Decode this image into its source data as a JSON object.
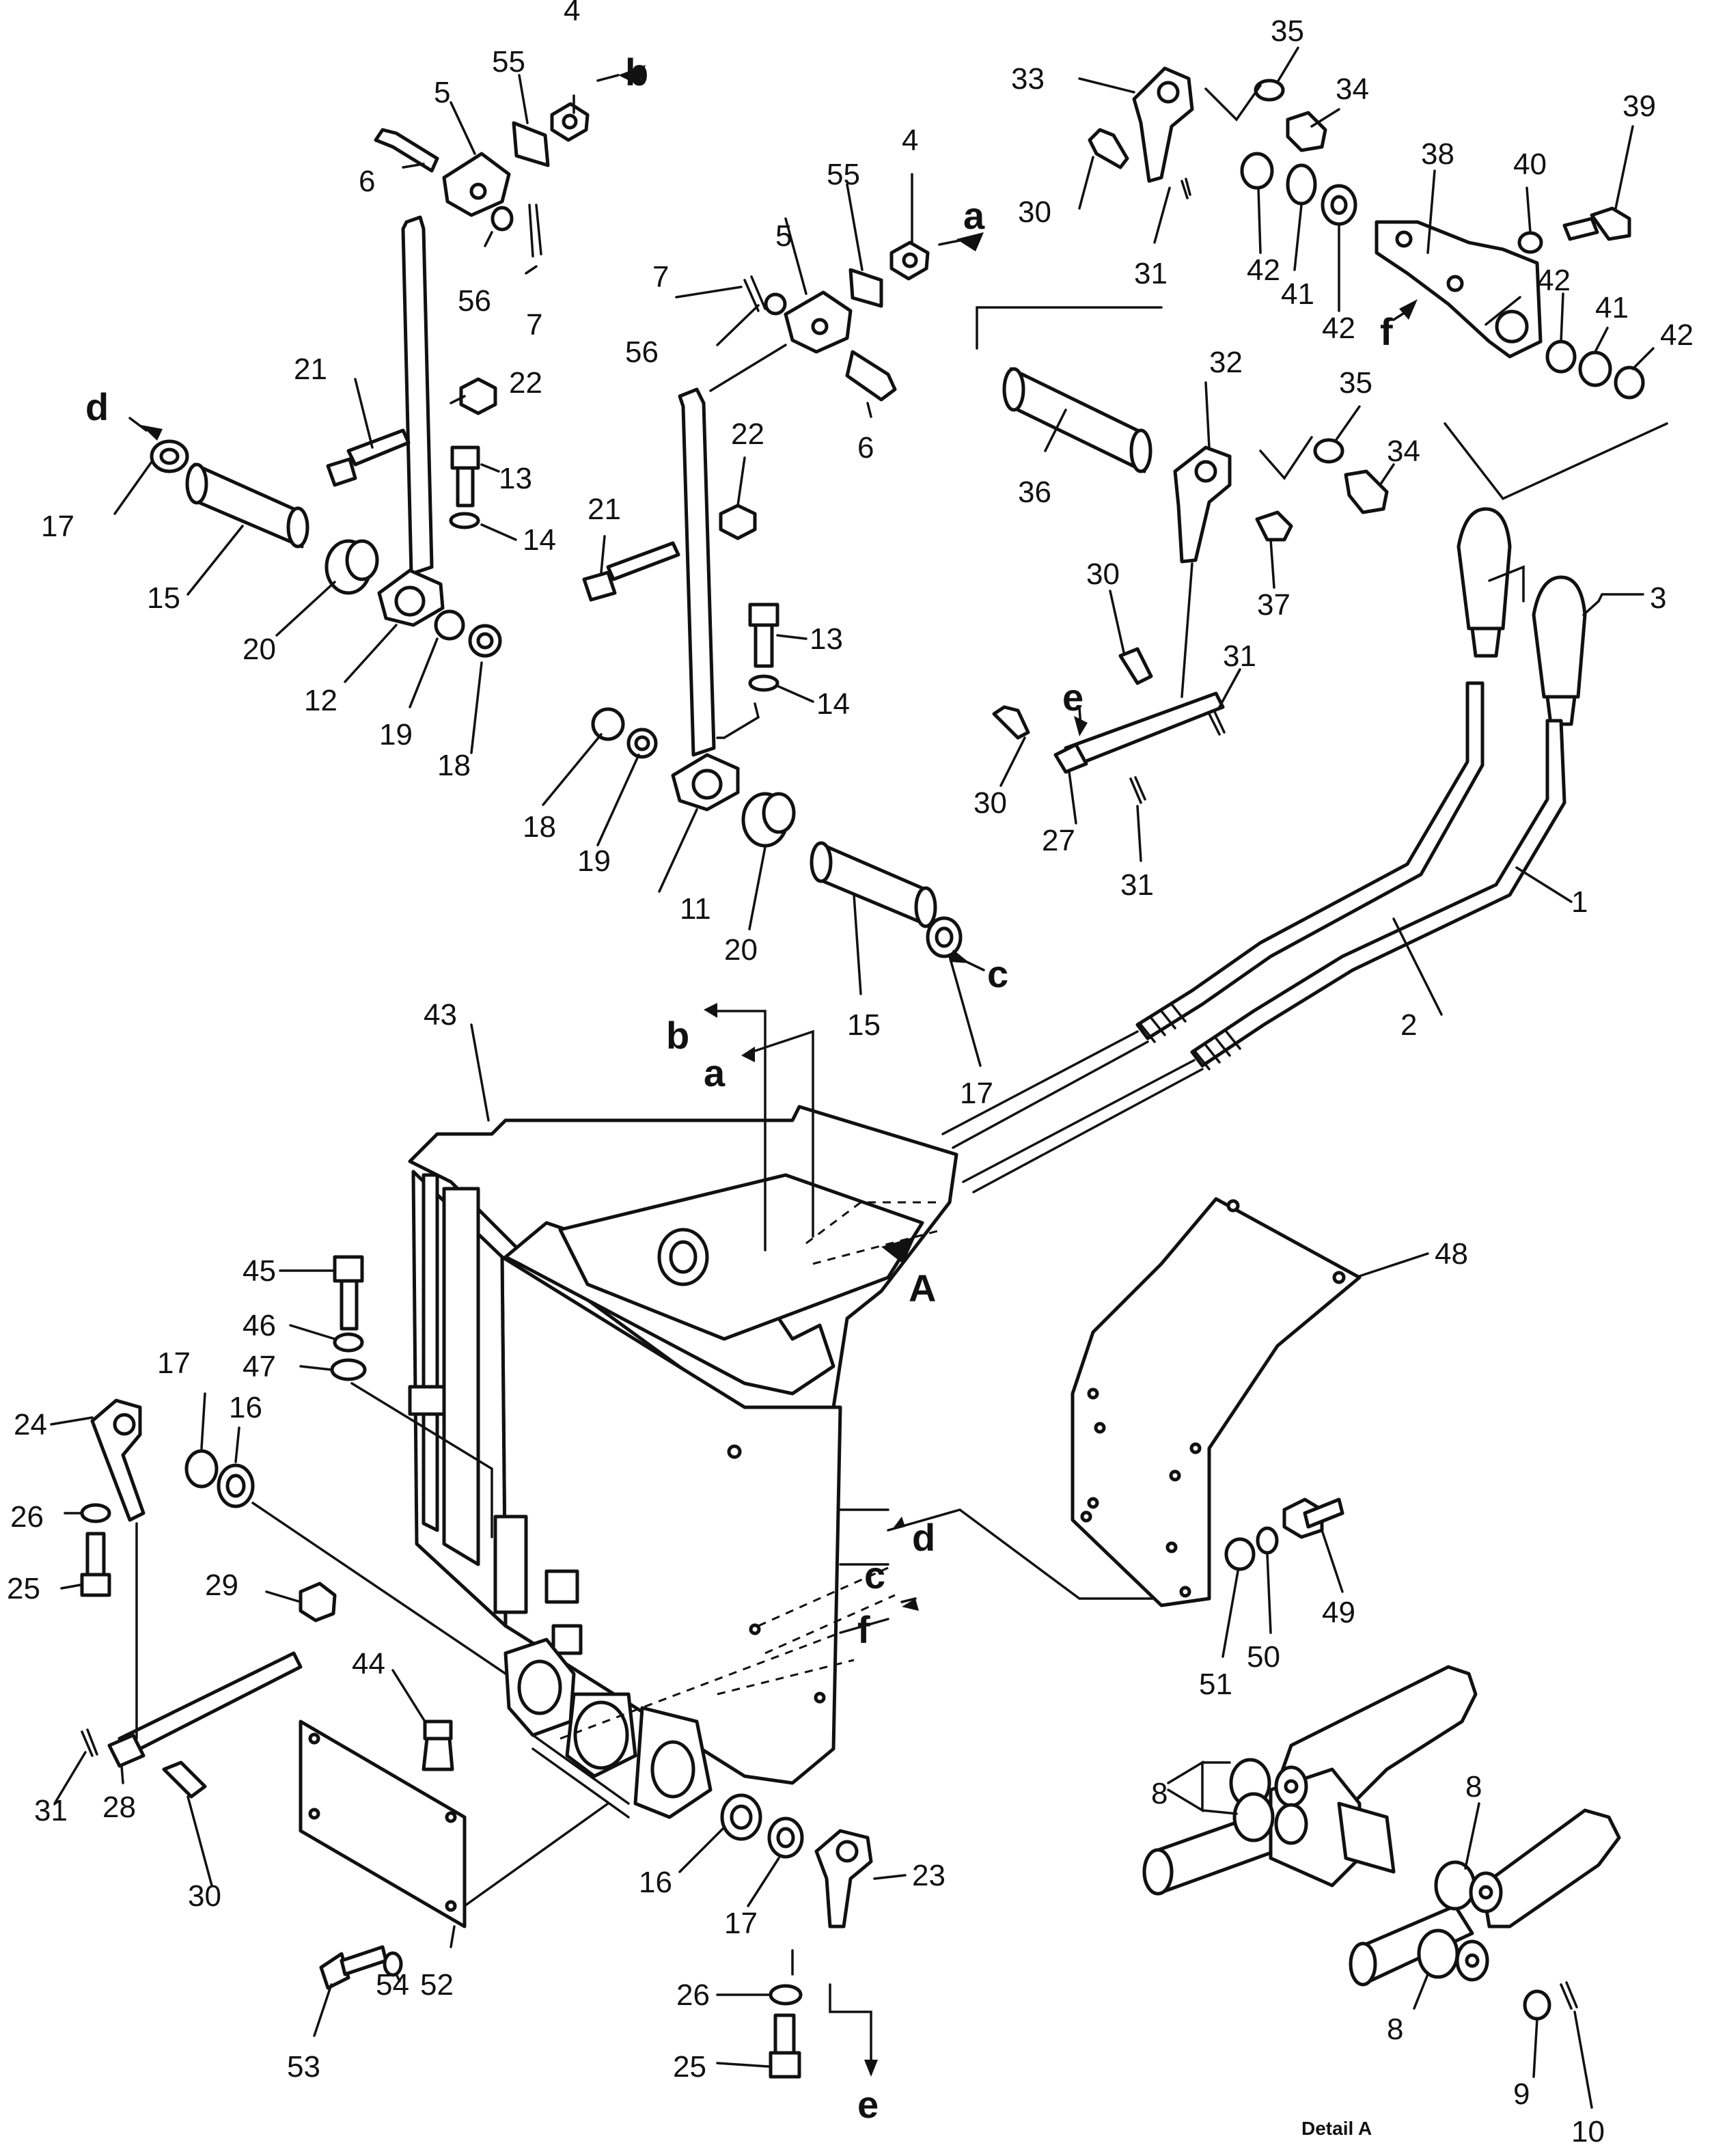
{
  "callouts": [
    "1",
    "2",
    "3",
    "4",
    "5",
    "6",
    "7",
    "8",
    "9",
    "10",
    "11",
    "12",
    "13",
    "14",
    "15",
    "16",
    "17",
    "18",
    "19",
    "20",
    "21",
    "22",
    "23",
    "24",
    "25",
    "26",
    "27",
    "28",
    "29",
    "30",
    "31",
    "32",
    "33",
    "34",
    "35",
    "36",
    "37",
    "38",
    "39",
    "40",
    "41",
    "42",
    "43",
    "44",
    "45",
    "46",
    "47",
    "48",
    "49",
    "50",
    "51",
    "52",
    "53",
    "54",
    "55",
    "56"
  ],
  "connection_letters": [
    "a",
    "b",
    "c",
    "d",
    "e",
    "f"
  ],
  "view_marker": "A",
  "detail_caption": "Detail  A"
}
